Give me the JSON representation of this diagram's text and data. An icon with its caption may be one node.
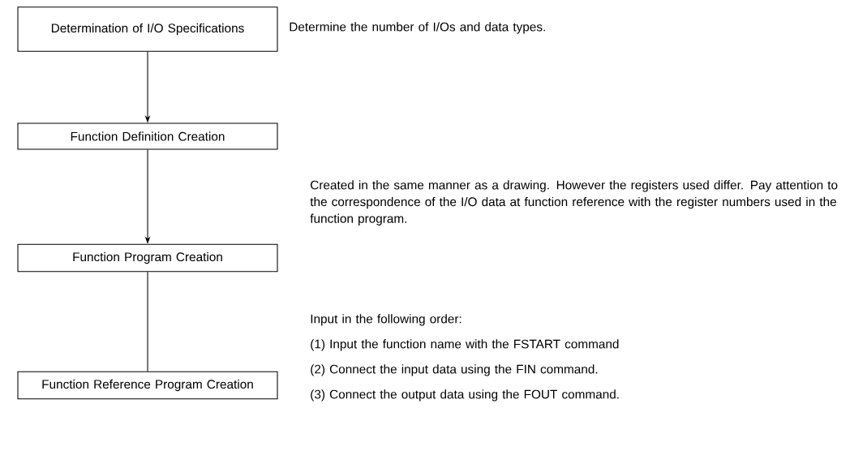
{
  "diagram": {
    "nodes": [
      {
        "text": [
          "Determination of I/O Specifications"
        ],
        "beside": [
          "Determine the number of I/Os and data types."
        ]
      },
      {
        "text": [
          "Function Definition Creation"
        ]
      },
      {
        "text": [
          "Function Program Creation"
        ],
        "beside": [
          "Created in the same manner as a drawing.  However the registers used differ.   Pay attention to the correspondence of the I/O data at function reference with the register numbers used in the function program."
        ]
      },
      {
        "text": [
          "Function Reference Program Creation"
        ],
        "beside": [
          "Input in the following order:",
          "(1) Input the function name with the FSTART command",
          "(2) Connect the input data using the FIN command.",
          "(3) Connect the output data using the FOUT command."
        ]
      }
    ],
    "edges": [
      {
        "from": 0,
        "to": 1,
        "arrow": "to"
      },
      {
        "from": 1,
        "to": 2,
        "arrow": "to"
      },
      {
        "from": 2,
        "to": 3,
        "arrow": "none"
      }
    ]
  }
}
